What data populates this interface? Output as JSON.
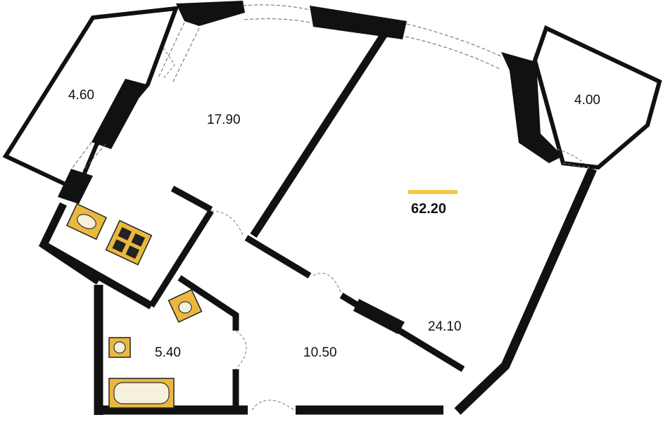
{
  "plan": {
    "total_area": "62.20",
    "accent_color": "#f2c94c",
    "wall_color": "#111111",
    "fixture_color": "#e9b83e",
    "rooms": [
      {
        "id": "balcony-left",
        "area": "4.60"
      },
      {
        "id": "kitchen-living",
        "area": "17.90"
      },
      {
        "id": "room-large",
        "area": "24.10"
      },
      {
        "id": "balcony-right",
        "area": "4.00"
      },
      {
        "id": "bathroom",
        "area": "5.40"
      },
      {
        "id": "hallway",
        "area": "10.50"
      }
    ]
  }
}
